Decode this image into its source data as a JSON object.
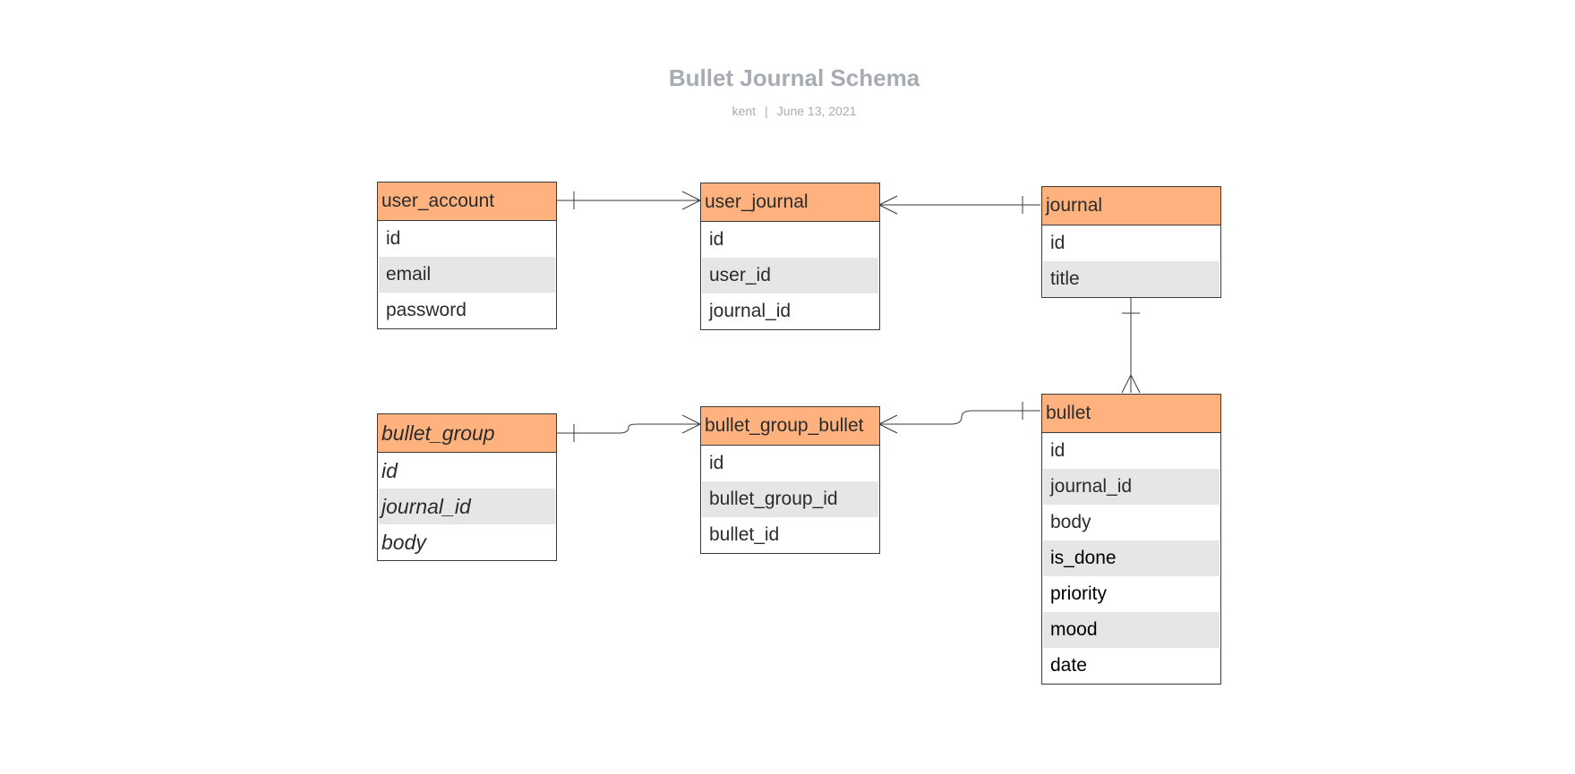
{
  "header": {
    "title": "Bullet Journal Schema",
    "author": "kent",
    "separator": "|",
    "date": "June 13, 2021"
  },
  "colors": {
    "entity_header": "#ffb27d",
    "row_alternate": "#e6e6e6",
    "title_text": "#a7acb3"
  },
  "entities": {
    "user_account": {
      "name": "user_account",
      "fields": [
        "id",
        "email",
        "password"
      ]
    },
    "user_journal": {
      "name": "user_journal",
      "fields": [
        "id",
        "user_id",
        "journal_id"
      ]
    },
    "journal": {
      "name": "journal",
      "fields": [
        "id",
        "title"
      ]
    },
    "bullet_group": {
      "name": "bullet_group",
      "fields": [
        "id",
        "journal_id",
        "body"
      ]
    },
    "bullet_group_bullet": {
      "name": "bullet_group_bullet",
      "fields": [
        "id",
        "bullet_group_id",
        "bullet_id"
      ]
    },
    "bullet": {
      "name": "bullet",
      "fields": [
        "id",
        "journal_id",
        "body",
        "is_done",
        "priority",
        "mood",
        "date"
      ]
    }
  },
  "relationships": [
    {
      "from": "user_account",
      "to": "user_journal",
      "from_cardinality": "one",
      "to_cardinality": "many"
    },
    {
      "from": "user_journal",
      "to": "journal",
      "from_cardinality": "many",
      "to_cardinality": "one"
    },
    {
      "from": "journal",
      "to": "bullet",
      "from_cardinality": "one",
      "to_cardinality": "many"
    },
    {
      "from": "bullet_group",
      "to": "bullet_group_bullet",
      "from_cardinality": "one",
      "to_cardinality": "many"
    },
    {
      "from": "bullet_group_bullet",
      "to": "bullet",
      "from_cardinality": "many",
      "to_cardinality": "one"
    }
  ]
}
